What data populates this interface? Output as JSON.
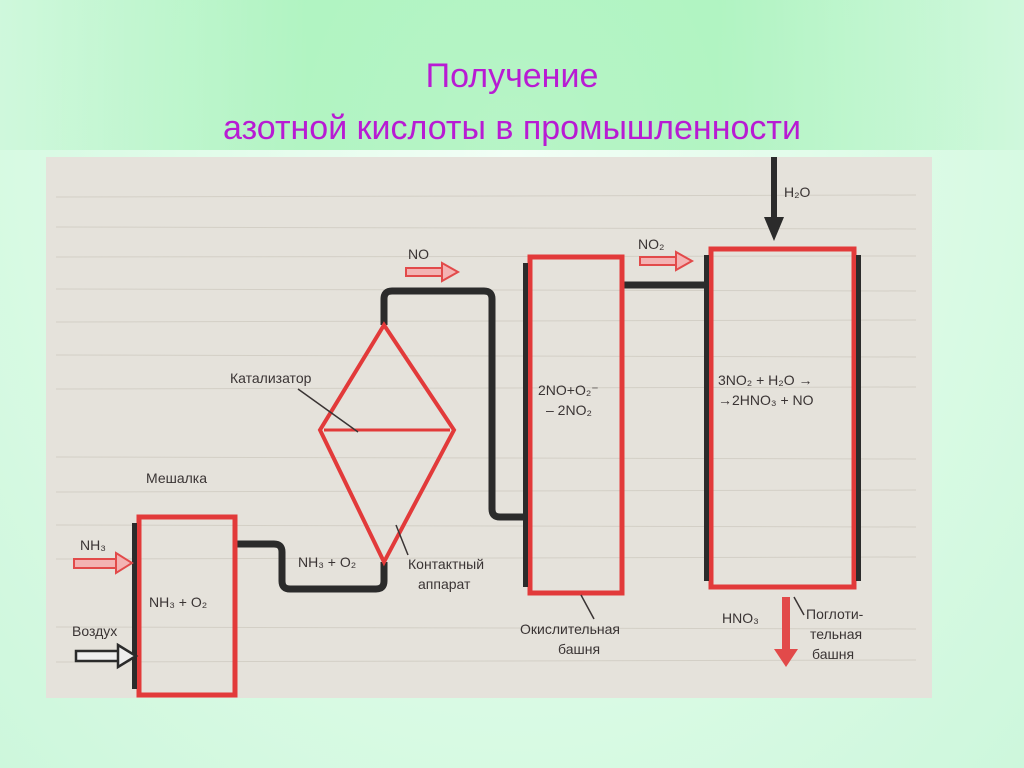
{
  "slide": {
    "title_line1": "Получение",
    "title_line2": "азотной  кислоты в промышленности"
  },
  "diagram": {
    "inputs": {
      "ammonia": "NH₃",
      "air": "Воздух",
      "water": "H₂O"
    },
    "mixer": {
      "name": "Мешалка",
      "content": "NH₃ + O₂"
    },
    "pipe_label_mixture": "NH₃ + O₂",
    "catalyst_label": "Катализатор",
    "contact_apparatus": {
      "line1": "Контактный",
      "line2": "аппарат"
    },
    "flow_no": "NO",
    "oxidation_tower": {
      "reaction_line1": "2NO+O₂⁻",
      "reaction_line2": "– 2NO₂",
      "name_line1": "Окислительная",
      "name_line2": "башня"
    },
    "flow_no2": "NO₂",
    "absorption_tower": {
      "reaction_line1": "3NO₂ + H₂O →",
      "reaction_line2": "→2HNO₃ + NO",
      "name_line1": "Поглоти-",
      "name_line2": "тельная",
      "name_line3": "башня"
    },
    "output": "HNO₃"
  },
  "colors": {
    "title": "#b81bd3",
    "vessel_outline": "#e23a3a",
    "pipe": "#2b2b2b",
    "figure_background": "#e5e2db",
    "flow_arrow": "#e24a4a"
  }
}
